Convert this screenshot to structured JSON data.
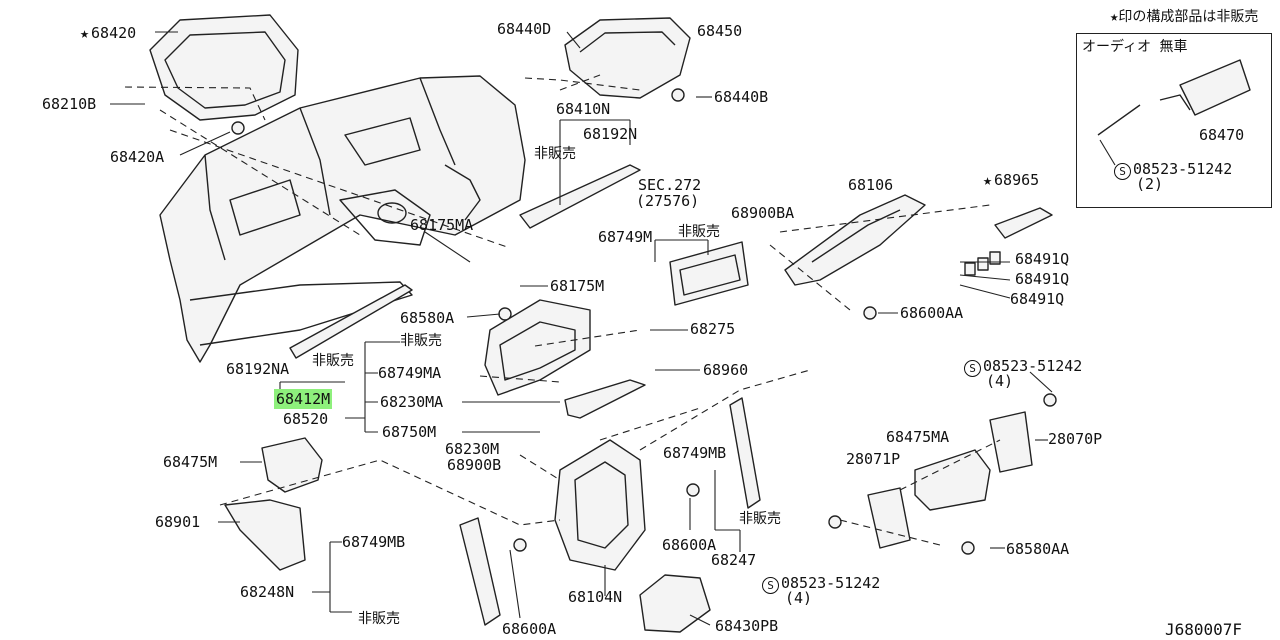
{
  "header_note": "★印の構成部品は非販売",
  "inset_title": "オーディオ 無車",
  "diagram_code": "J680007F",
  "labels": {
    "p68420": "68420",
    "p68210B": "68210B",
    "p68420A": "68420A",
    "p68440D": "68440D",
    "p68450": "68450",
    "p68440B": "68440B",
    "p68410N": "68410N",
    "p68192N": "68192N",
    "hihanbai1": "非販売",
    "sec272": "SEC.272",
    "sec27576": "(27576)",
    "p68175MA": "68175MA",
    "p68749M": "68749M",
    "hihanbai2": "非販売",
    "p68900BA": "68900BA",
    "p68106": "68106",
    "p68965": "68965",
    "p68491Q_1": "68491Q",
    "p68491Q_2": "68491Q",
    "p68491Q_3": "68491Q",
    "p68175M": "68175M",
    "p68600AA": "68600AA",
    "p68580A": "68580A",
    "p68275": "68275",
    "hihanbai3": "非販売",
    "p68960": "68960",
    "p68192NA": "68192NA",
    "hihanbai4": "非販売",
    "p68749MA": "68749MA",
    "p68412M": "68412M",
    "p68230MA": "68230MA",
    "p68520": "68520",
    "p68750M": "68750M",
    "p68230M": "68230M",
    "p68900B": "68900B",
    "p68749MB_r": "68749MB",
    "p68475M": "68475M",
    "p68475MA": "68475MA",
    "p28071P": "28071P",
    "p28070P": "28070P",
    "p08523_a": "08523-51242",
    "qty4_a": "(4)",
    "p68901": "68901",
    "p68749MB_l": "68749MB",
    "p68248N": "68248N",
    "hihanbai5": "非販売",
    "p68600A_mid": "68600A",
    "p68247": "68247",
    "hihanbai6": "非販売",
    "p68104N": "68104N",
    "p08523_b": "08523-51242",
    "qty4_b": "(4)",
    "p68580AA": "68580AA",
    "p68600A_bot": "68600A",
    "p68430PB": "68430PB",
    "p68470": "68470",
    "p08523_c": "08523-51242",
    "qty2_c": "(2)"
  },
  "glyphs": {
    "star": "★",
    "service_mark": "S"
  },
  "colors": {
    "highlight": "#8ef07c",
    "line": "#222222"
  }
}
